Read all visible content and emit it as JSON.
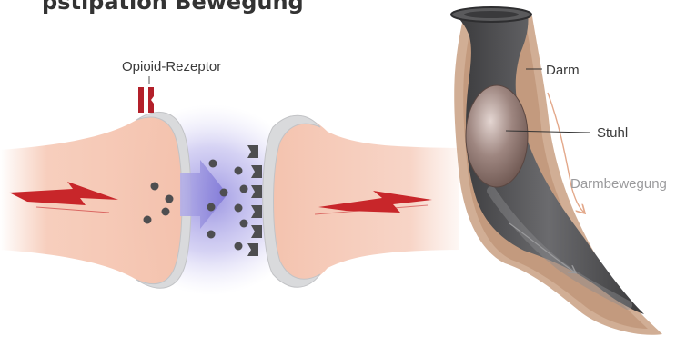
{
  "title_fragment": "pstipation Bewegung",
  "labels": {
    "receptor": "Opioid-Rezeptor",
    "bowel": "Darm",
    "stool": "Stuhl",
    "motility": "Darmbewegung"
  },
  "colors": {
    "neuron_fill": "#f6c9b6",
    "neuron_rim": "#d9dadc",
    "synapse_glow": "#9c94e0",
    "signal_red": "#c8262a",
    "receptor_red": "#b3202a",
    "dot_gray": "#4e4e50",
    "intestine_dark": "#4b4b4d",
    "intestine_outer": "#c49a76",
    "stool_brown": "#8c7268",
    "motility_arrow": "#e3a88a"
  }
}
